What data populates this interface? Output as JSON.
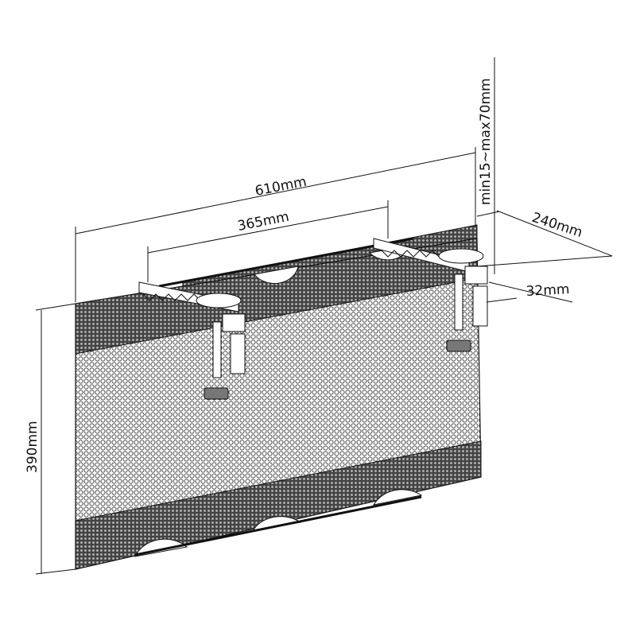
{
  "dimensions": {
    "total_width": "610mm",
    "clamp_spacing": "365mm",
    "height": "390mm",
    "depth": "240mm",
    "clamp_width": "32mm",
    "clamp_range": "min15~max70mm"
  },
  "colors": {
    "line": "#111111",
    "mesh": "#555555",
    "mesh_dark": "#333333"
  }
}
